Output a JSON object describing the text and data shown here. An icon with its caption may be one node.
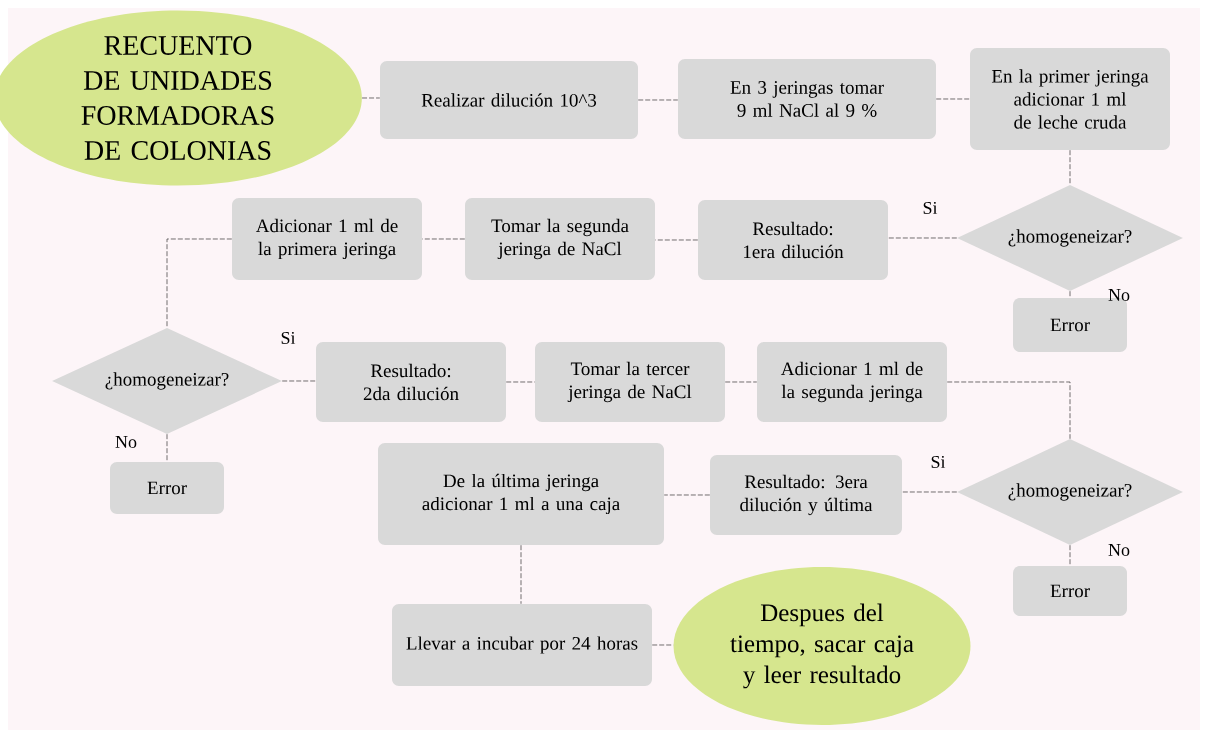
{
  "diagram": {
    "nodes": [
      {
        "text": [
          "RECUENTO DE UNIDADES FORMADORAS DE COLONIAS"
        ]
      },
      {
        "text": [
          "Realizar dilución 10^3"
        ]
      },
      {
        "text": [
          "En 3 jeringas tomar 9 ml NaCl al 9 %"
        ]
      },
      {
        "text": [
          "En la primer jeringa adicionar 1 ml de leche cruda"
        ]
      },
      {
        "text": [
          "¿homogeneizar?"
        ]
      },
      {
        "text": [
          "Resultado: 1era dilución"
        ]
      },
      {
        "text": [
          "Tomar la segunda jeringa de NaCl"
        ]
      },
      {
        "text": [
          "Adicionar 1 ml de la primera jeringa"
        ]
      },
      {
        "text": [
          "Error"
        ]
      },
      {
        "text": [
          "¿homogeneizar?"
        ]
      },
      {
        "text": [
          "Resultado: 2da dilución"
        ]
      },
      {
        "text": [
          "Tomar la tercer jeringa de NaCl"
        ]
      },
      {
        "text": [
          "Adicionar 1 ml de la segunda jeringa"
        ]
      },
      {
        "text": [
          "Error"
        ]
      },
      {
        "text": [
          "De la última jeringa adicionar 1 ml a una caja"
        ]
      },
      {
        "text": [
          "Resultado: 3era dilución y última"
        ]
      },
      {
        "text": [
          "¿homogeneizar?"
        ]
      },
      {
        "text": [
          "Error"
        ]
      },
      {
        "text": [
          "Llevar a incubar por 24 horas"
        ]
      },
      {
        "text": [
          "Despues del tiempo, sacar caja y leer resultado"
        ]
      }
    ],
    "edges": [
      {
        "from": 0,
        "to": 1,
        "arrow": "none"
      },
      {
        "from": 1,
        "to": 2,
        "arrow": "none"
      },
      {
        "from": 2,
        "to": 3,
        "arrow": "none"
      },
      {
        "from": 3,
        "to": 4,
        "arrow": "none"
      },
      {
        "from": 4,
        "to": 5,
        "arrow": "none",
        "label": "Si"
      },
      {
        "from": 4,
        "to": 8,
        "arrow": "none",
        "label": "No"
      },
      {
        "from": 5,
        "to": 6,
        "arrow": "none"
      },
      {
        "from": 6,
        "to": 7,
        "arrow": "none"
      },
      {
        "from": 7,
        "to": 9,
        "arrow": "none"
      },
      {
        "from": 9,
        "to": 10,
        "arrow": "none",
        "label": "Si"
      },
      {
        "from": 9,
        "to": 13,
        "arrow": "none",
        "label": "No"
      },
      {
        "from": 10,
        "to": 11,
        "arrow": "none"
      },
      {
        "from": 11,
        "to": 12,
        "arrow": "none"
      },
      {
        "from": 12,
        "to": 16,
        "arrow": "none"
      },
      {
        "from": 16,
        "to": 15,
        "arrow": "none",
        "label": "Si"
      },
      {
        "from": 16,
        "to": 17,
        "arrow": "none",
        "label": "No"
      },
      {
        "from": 15,
        "to": 14,
        "arrow": "none"
      },
      {
        "from": 14,
        "to": 18,
        "arrow": "none"
      },
      {
        "from": 18,
        "to": 19,
        "arrow": "none"
      }
    ]
  }
}
